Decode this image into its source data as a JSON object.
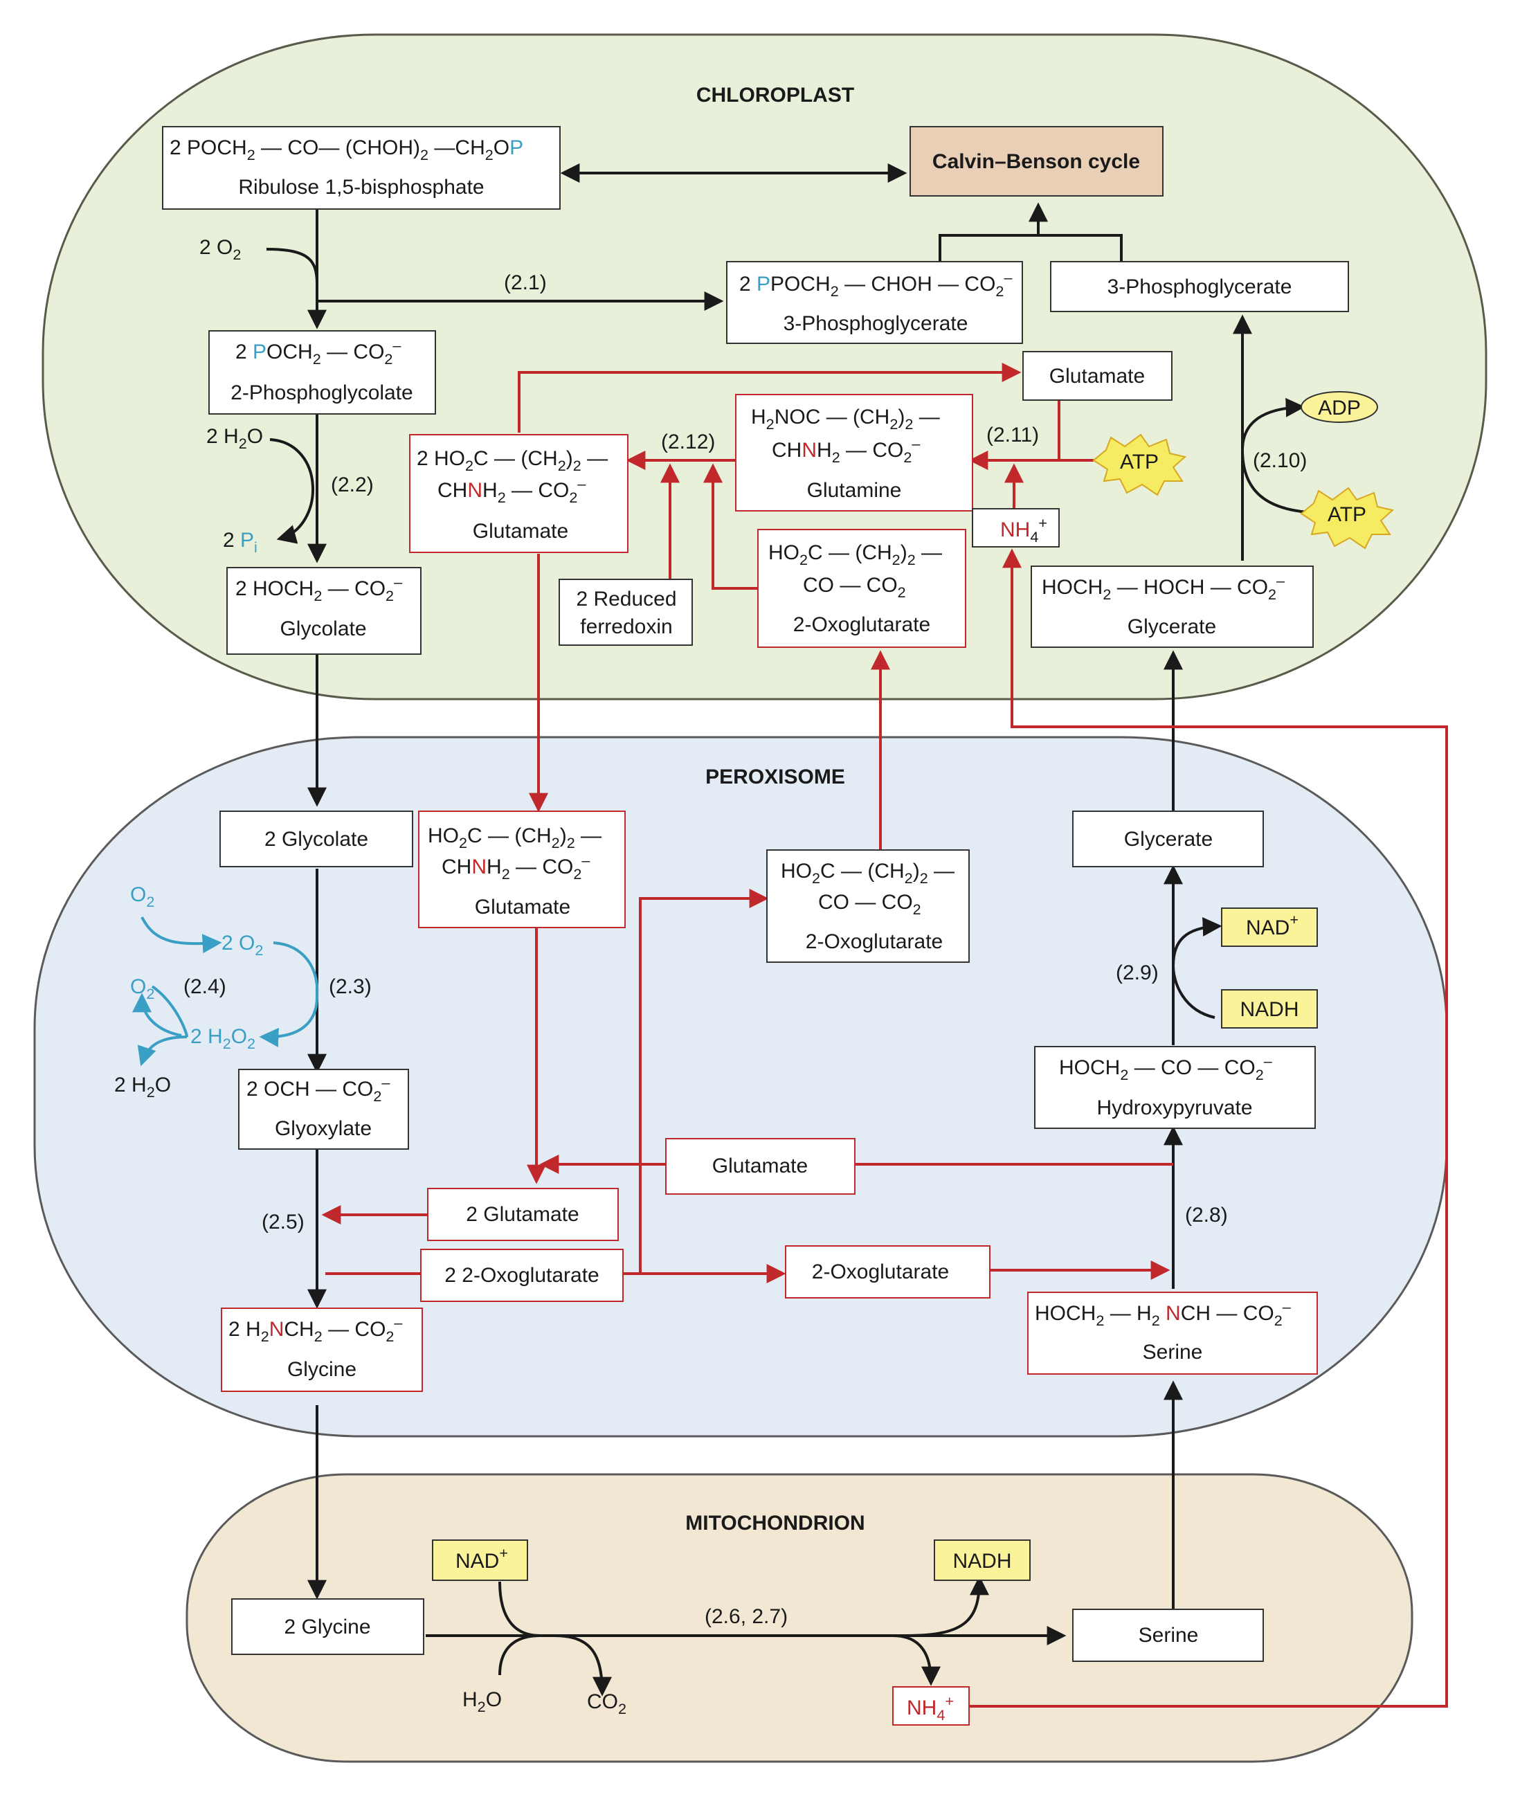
{
  "compartments": {
    "chloroplast": "CHLOROPLAST",
    "peroxisome": "PEROXISOME",
    "mitochondrion": "MITOCHONDRION"
  },
  "colors": {
    "chloroplast_fill": "#e9f0d9",
    "peroxisome_fill": "#e3ebf4",
    "mitochondrion_fill": "#f2e7d3",
    "black_arrow": "#1a1a1a",
    "red_arrow": "#c0282b",
    "blue_arrow": "#3a9fc4",
    "calvin_fill": "#e8cfb6",
    "cofactor_fill": "#fbf39a",
    "atp_fill": "#f6ec63"
  },
  "chloroplast": {
    "rubp": {
      "formula_a": "2 POCH",
      "formula_b": "2",
      "formula_c": " — CO— (CHOH)",
      "formula_d": "2",
      "formula_e": " —CH",
      "formula_f": "2",
      "formula_g": "O",
      "formula_p": "P",
      "name": "Ribulose 1,5-bisphosphate"
    },
    "calvin": "Calvin–Benson cycle",
    "pga_left": {
      "a": "2 ",
      "p": "P",
      "b": "POCH",
      "c": "2",
      "d": " — CHOH — CO",
      "e": "2",
      "f": "–",
      "name": "3-Phosphoglycerate"
    },
    "pga_right": "3-Phosphoglycerate",
    "o2_label": "2 O",
    "o2_sub": "2",
    "reaction_21": "(2.1)",
    "pg": {
      "a": "2 ",
      "p": "P",
      "b": "OCH",
      "c": "2",
      "d": " — CO",
      "e": "2",
      "f": "–",
      "name": "2-Phosphoglycolate"
    },
    "h2o_label": "2 H",
    "h2o_sub": "2",
    "h2o_o": "O",
    "pi_label": "2 ",
    "pi_p": "P",
    "pi_i": "i",
    "reaction_22": "(2.2)",
    "glycolate": {
      "a": "2 HOCH",
      "b": "2",
      "c": " — CO",
      "d": "2",
      "e": "–",
      "name": "Glycolate"
    },
    "glutamate_top": "Glutamate",
    "glutamine": {
      "l1a": "H",
      "l1b": "2",
      "l1c": "NOC — (CH",
      "l1d": "2",
      "l1e": ")",
      "l1f": "2",
      "l1g": " —",
      "l2a": "CH",
      "l2n": "N",
      "l2b": "H",
      "l2c": "2",
      "l2d": " — CO",
      "l2e": "2",
      "l2f": "–",
      "name": "Glutamine"
    },
    "glutamate_mid": {
      "l1a": "2 HO",
      "l1b": "2",
      "l1c": "C — (CH",
      "l1d": "2",
      "l1e": ")",
      "l1f": "2",
      "l1g": " —",
      "l2a": "CH",
      "l2n": "N",
      "l2b": "H",
      "l2c": "2",
      "l2d": " — CO",
      "l2e": "2",
      "l2f": "–",
      "name": "Glutamate"
    },
    "reaction_212": "(2.12)",
    "reaction_211": "(2.11)",
    "atp_211": "ATP",
    "nh4": {
      "a": "NH",
      "b": "4",
      "c": "+"
    },
    "ferredoxin_l1": "2 Reduced",
    "ferredoxin_l2": "ferredoxin",
    "oxoglutarate": {
      "l1a": "HO",
      "l1b": "2",
      "l1c": "C — (CH",
      "l1d": "2",
      "l1e": ")",
      "l1f": "2",
      "l1g": " —",
      "l2a": "CO — CO",
      "l2b": "2",
      "name": "2-Oxoglutarate"
    },
    "adp": "ADP",
    "atp_210": "ATP",
    "reaction_210": "(2.10)",
    "glycerate": {
      "a": "HOCH",
      "b": "2",
      "c": " — HOCH — CO",
      "d": "2",
      "e": "–",
      "name": "Glycerate"
    }
  },
  "peroxisome": {
    "glycolate": "2 Glycolate",
    "glutamate": {
      "l1a": "HO",
      "l1b": "2",
      "l1c": "C — (CH",
      "l1d": "2",
      "l1e": ")",
      "l1f": "2",
      "l1g": " —",
      "l2a": "CH",
      "l2n": "N",
      "l2b": "H",
      "l2c": "2",
      "l2d": " — CO",
      "l2e": "2",
      "l2f": "–",
      "name": "Glutamate"
    },
    "oxoglutarate": {
      "l1a": "HO",
      "l1b": "2",
      "l1c": "C — (CH",
      "l1d": "2",
      "l1e": ")",
      "l1f": "2",
      "l1g": " —",
      "l2a": "CO — CO",
      "l2b": "2",
      "name": "2-Oxoglutarate"
    },
    "glycerate": "Glycerate",
    "o2_a": "O",
    "o2_a_sub": "2",
    "o2_b": "2 O",
    "o2_b_sub": "2",
    "o2_c": "O",
    "o2_c_sub": "2",
    "h2o2": "2 H",
    "h2o2_sub1": "2",
    "h2o2_o": "O",
    "h2o2_sub2": "2",
    "h2o": "2 H",
    "h2o_sub": "2",
    "h2o_o": "O",
    "reaction_24": "(2.4)",
    "reaction_23": "(2.3)",
    "nad": "NAD",
    "nad_sup": "+",
    "nadh": "NADH",
    "reaction_29": "(2.9)",
    "glyoxylate": {
      "a": "2 OCH — CO",
      "b": "2",
      "c": "–",
      "name": "Glyoxylate"
    },
    "hydroxypyruvate": {
      "a": "HOCH",
      "b": "2",
      "c": " — CO — CO",
      "d": "2",
      "e": "–",
      "name": "Hydroxypyruvate"
    },
    "glutamate_right": "Glutamate",
    "glutamate_2": "2 Glutamate",
    "oxoglutarate_2": "2 2-Oxoglutarate",
    "oxoglutarate_mid": "2-Oxoglutarate",
    "reaction_25": "(2.5)",
    "reaction_28": "(2.8)",
    "glycine": {
      "a": "2 H",
      "b": "2",
      "n": "N",
      "c": "CH",
      "d": "2",
      "e": " — CO",
      "f": "2",
      "g": "–",
      "name": "Glycine"
    },
    "serine": {
      "a": "HOCH",
      "b": "2",
      "c": " — H",
      "d": "2",
      "n": " N",
      "e": "CH — CO",
      "f": "2",
      "g": "–",
      "name": "Serine"
    }
  },
  "mitochondrion": {
    "nad": "NAD",
    "nad_sup": "+",
    "nadh": "NADH",
    "glycine": "2 Glycine",
    "reaction_26": "(2.6, 2.7)",
    "serine": "Serine",
    "h2o": "H",
    "h2o_sub": "2",
    "h2o_o": "O",
    "co2": "CO",
    "co2_sub": "2",
    "nh4": "NH",
    "nh4_sub": "4",
    "nh4_sup": "+"
  }
}
